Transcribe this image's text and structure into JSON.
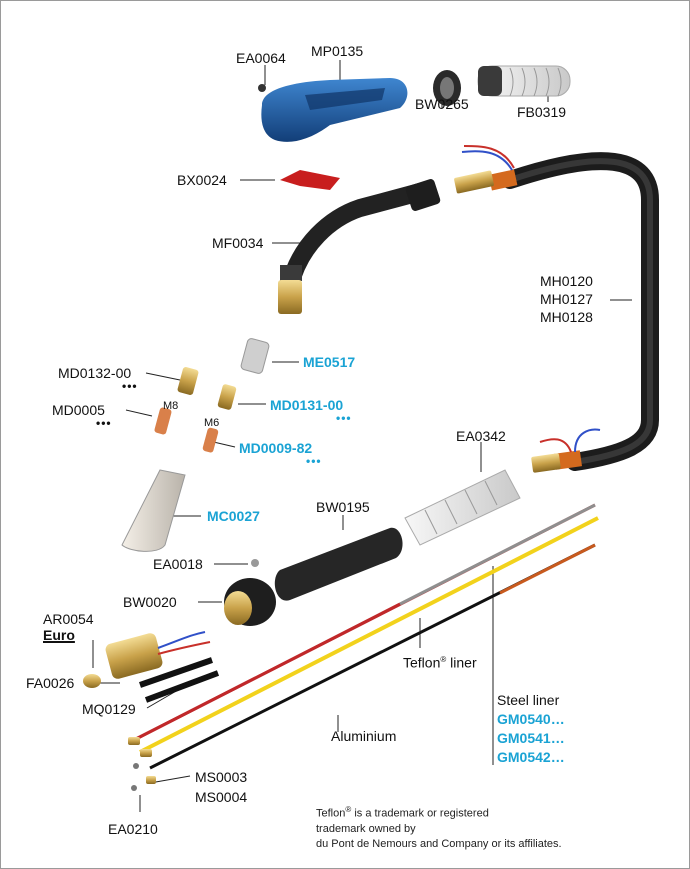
{
  "labels": {
    "EA0064": "EA0064",
    "MP0135": "MP0135",
    "BW0265": "BW0265",
    "FB0319": "FB0319",
    "BX0024": "BX0024",
    "MF0034": "MF0034",
    "MH0120": "MH0120",
    "MH0127": "MH0127",
    "MH0128": "MH0128",
    "ME0517": "ME0517",
    "MD0132": "MD0132-00",
    "MD0005": "MD0005",
    "M8": "M8",
    "M6": "M6",
    "MD0131": "MD0131-00",
    "MD0009": "MD0009-82",
    "EA0342": "EA0342",
    "MC0027": "MC0027",
    "BW0195": "BW0195",
    "EA0018": "EA0018",
    "BW0020": "BW0020",
    "AR0054": "AR0054",
    "Euro": "Euro",
    "FA0026": "FA0026",
    "MQ0129": "MQ0129",
    "teflon": "Teflon",
    "teflon_suffix": " liner",
    "reg": "®",
    "steel_liner": "Steel liner",
    "GM0540": "GM0540…",
    "GM0541": "GM0541…",
    "GM0542": "GM0542…",
    "aluminium": "Aluminium",
    "MS0003": "MS0003",
    "MS0004": "MS0004",
    "EA0210": "EA0210",
    "ellipsis": "•••"
  },
  "note": {
    "line1_a": "Teflon",
    "line1_b": " is a trademark or registered",
    "line2": "trademark owned by",
    "line3": "du Pont de Nemours and Company or its affiliates."
  },
  "colors": {
    "accent_blue": "#1aa3d4",
    "handle_blue": "#1f5fa8",
    "hose": "#2e2e2e",
    "brass": "#c9a24a",
    "copper": "#d9804a",
    "red_liner": "#c0282a",
    "yellow_liner": "#f2d21c",
    "orange_liner": "#c85a1e"
  }
}
